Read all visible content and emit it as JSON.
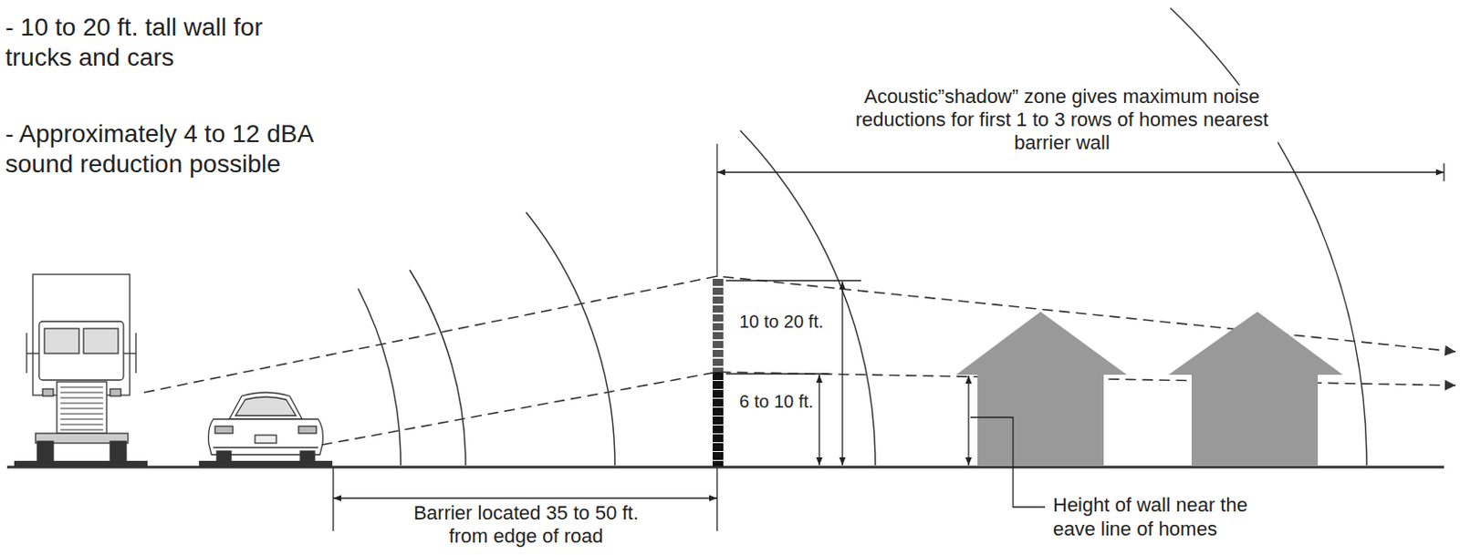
{
  "diagram": {
    "labels": [
      "- 10 to 20 ft. tall wall for trucks and cars",
      "- Approximately 4 to 12 dBA sound reduction possible",
      "Acoustic”shadow” zone gives maximum noise reductions for first 1 to 3 rows of homes nearest barrier wall",
      "10 to 20 ft.",
      "6 to 10 ft.",
      "Barrier located 35 to 50 ft. from edge of road",
      "Height of wall near the eave line of homes"
    ]
  }
}
